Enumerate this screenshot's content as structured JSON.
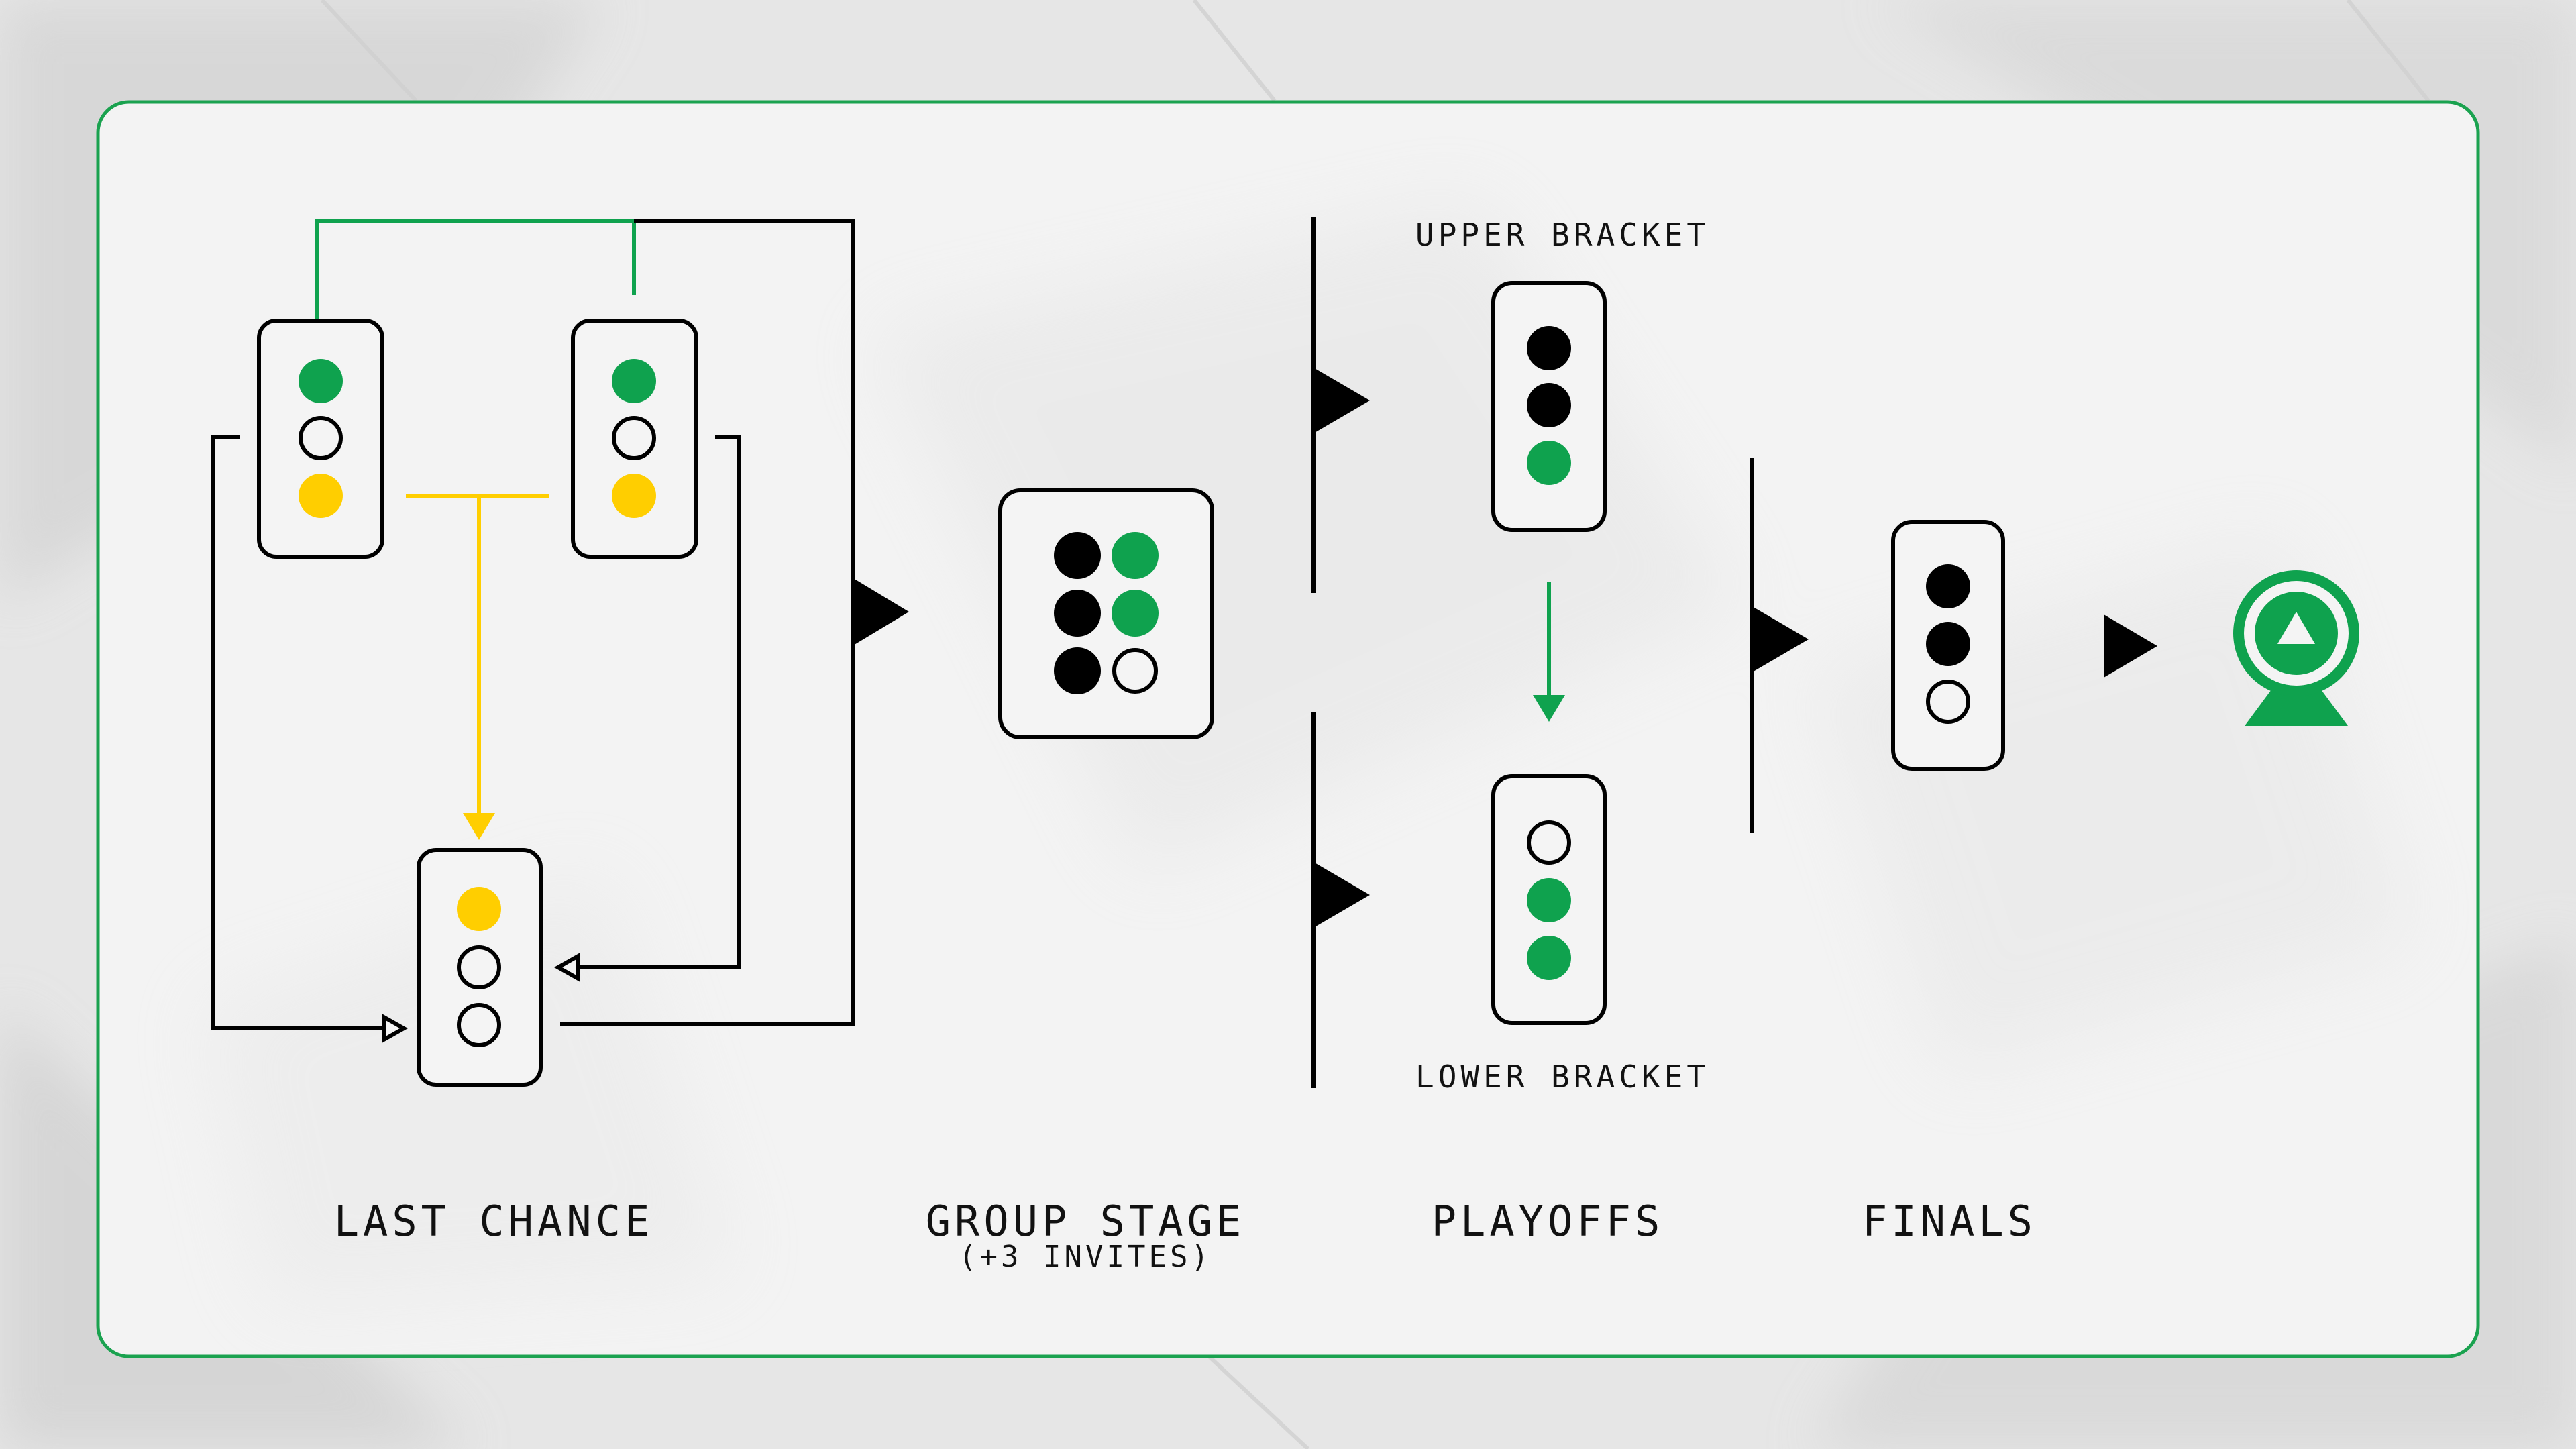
{
  "labels": {
    "last_chance": "LAST CHANCE",
    "group_stage": "GROUP STAGE",
    "group_stage_note": "(+3 INVITES)",
    "playoffs": "PLAYOFFS",
    "finals": "FINALS",
    "upper_bracket": "UPPER BRACKET",
    "lower_bracket": "LOWER BRACKET"
  },
  "colors": {
    "green": "#0fa24e",
    "yellow": "#ffce00",
    "black": "#000000",
    "panel_border": "#1aa24f",
    "panel_fill": "#f4f4f4"
  },
  "icons": {
    "trophy": "trophy-icon",
    "advance": "play-triangle-icon"
  }
}
